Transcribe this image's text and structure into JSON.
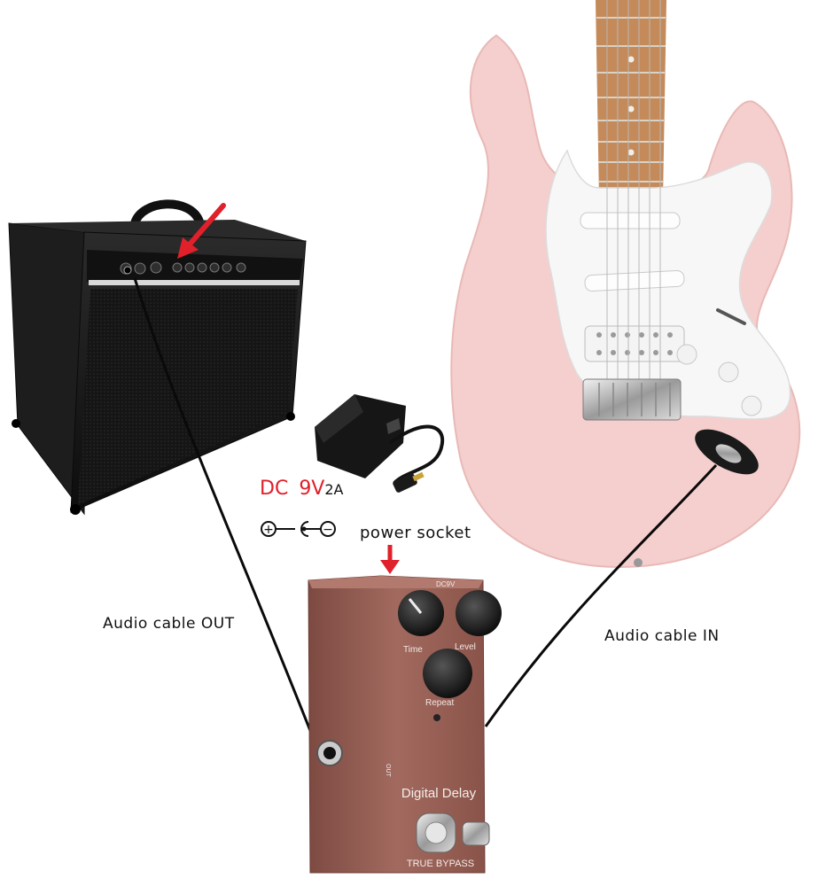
{
  "labels": {
    "audio_out": "Audio cable OUT",
    "audio_in": "Audio cable IN",
    "power_socket": "power socket",
    "dc": "DC",
    "voltage": "9V",
    "amperage": "2A",
    "polarity_plus": "+",
    "polarity_minus": "−"
  },
  "pedal": {
    "name": "Digital Delay",
    "footer": "TRUE BYPASS",
    "power_marking": "DC9V",
    "knob_time": "Time",
    "knob_level": "Level",
    "knob_repeat": "Repeat",
    "jack_out": "OUT"
  },
  "colors": {
    "guitar_body": "#f5cfcd",
    "pickguard": "#f7f7f7",
    "fretboard": "#c48a5a",
    "pedal_body": "#9a6258",
    "amp_body": "#1a1a1a",
    "arrow_red": "#e0202a",
    "dc_text": "#e0202a"
  }
}
